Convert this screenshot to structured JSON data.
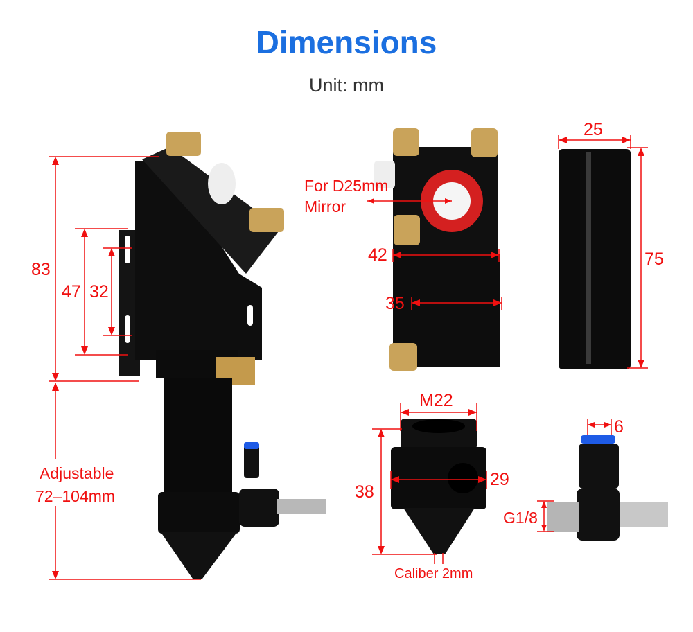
{
  "header": {
    "title": "Dimensions",
    "unit": "Unit: mm"
  },
  "colors": {
    "title": "#1b6fe0",
    "dimension": "#f01010",
    "part": "#111111",
    "brass": "#c9a35a",
    "mirror_ring": "#d42020",
    "fitting_cap": "#1e5be6"
  },
  "laser_head": {
    "total_height": "83",
    "bracket_outer_slot": "47",
    "bracket_inner_slot": "32",
    "adjustable_label": "Adjustable",
    "adjustable_range": "72–104mm"
  },
  "mirror_mount": {
    "mirror_label_line1": "For D25mm",
    "mirror_label_line2": "Mirror",
    "width_top": "42",
    "width_bottom": "35"
  },
  "lens_tube": {
    "diameter": "25",
    "length": "75"
  },
  "nozzle": {
    "thread": "M22",
    "diameter": "29",
    "height": "38",
    "caliber": "Caliber 2mm"
  },
  "air_fitting": {
    "tube_size": "6",
    "thread": "G1/8"
  }
}
